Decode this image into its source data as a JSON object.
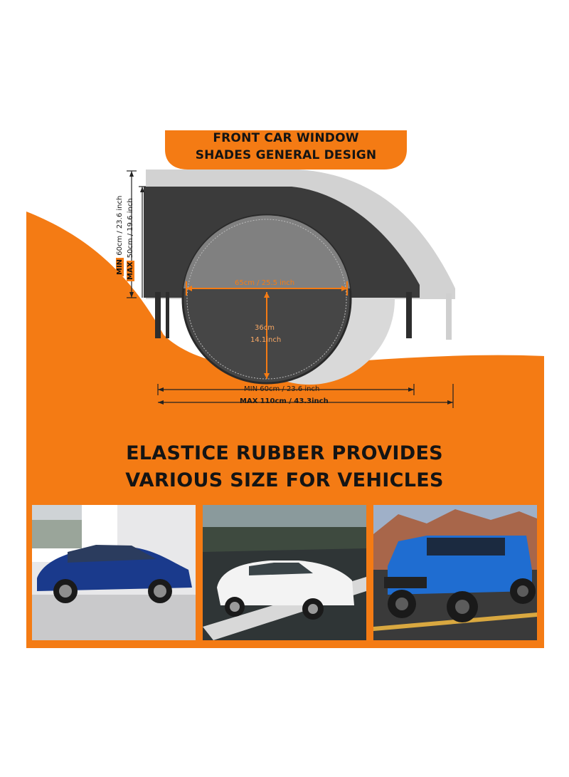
{
  "badge": {
    "line1": "FRONT CAR WINDOW",
    "line2": "SHADES GENERAL DESIGN"
  },
  "dimensions": {
    "height_min_label": "MIN",
    "height_min_value": "60cm / 23.6 inch",
    "height_max_label": "MAX",
    "height_max_value": "50cm / 19.6 inch",
    "mesh_width": "65cm / 25.5 inch",
    "mesh_height_cm": "36cm",
    "mesh_height_in": "14.1inch",
    "width_min_label": "MIN",
    "width_min_value": "60cm / 23.6 inch",
    "width_max_label": "MAX",
    "width_max_value": "110cm / 43.3inch"
  },
  "headline": {
    "line1": "ELASTICE RUBBER PROVIDES",
    "line2": "VARIOUS SIZE FOR VEHICLES"
  },
  "photos": [
    {
      "icon": "wagon-car-image"
    },
    {
      "icon": "sedan-car-image"
    },
    {
      "icon": "jeep-suv-image"
    }
  ],
  "colors": {
    "accent": "#f47b14",
    "shade_dark": "#3a3a3a",
    "shade_ghost": "#cfcfcf"
  }
}
